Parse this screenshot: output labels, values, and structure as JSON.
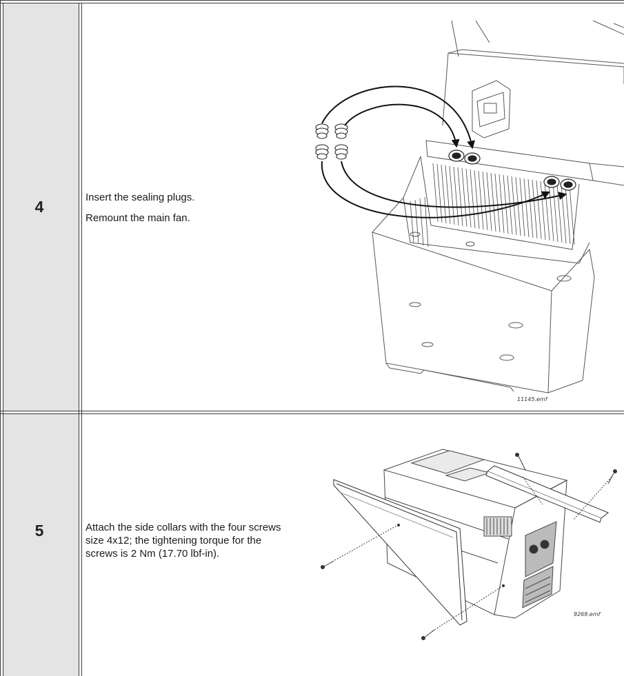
{
  "steps": [
    {
      "number": "4",
      "lines": [
        "Insert the sealing plugs.",
        "Remount the main fan."
      ],
      "figure_file": "11145.emf"
    },
    {
      "number": "5",
      "lines": [
        "Attach the side collars with the four screws size 4x12; the tightening torque for the screws is 2 Nm (17.70 lbf-in)."
      ],
      "figure_file": "9269.emf"
    }
  ]
}
